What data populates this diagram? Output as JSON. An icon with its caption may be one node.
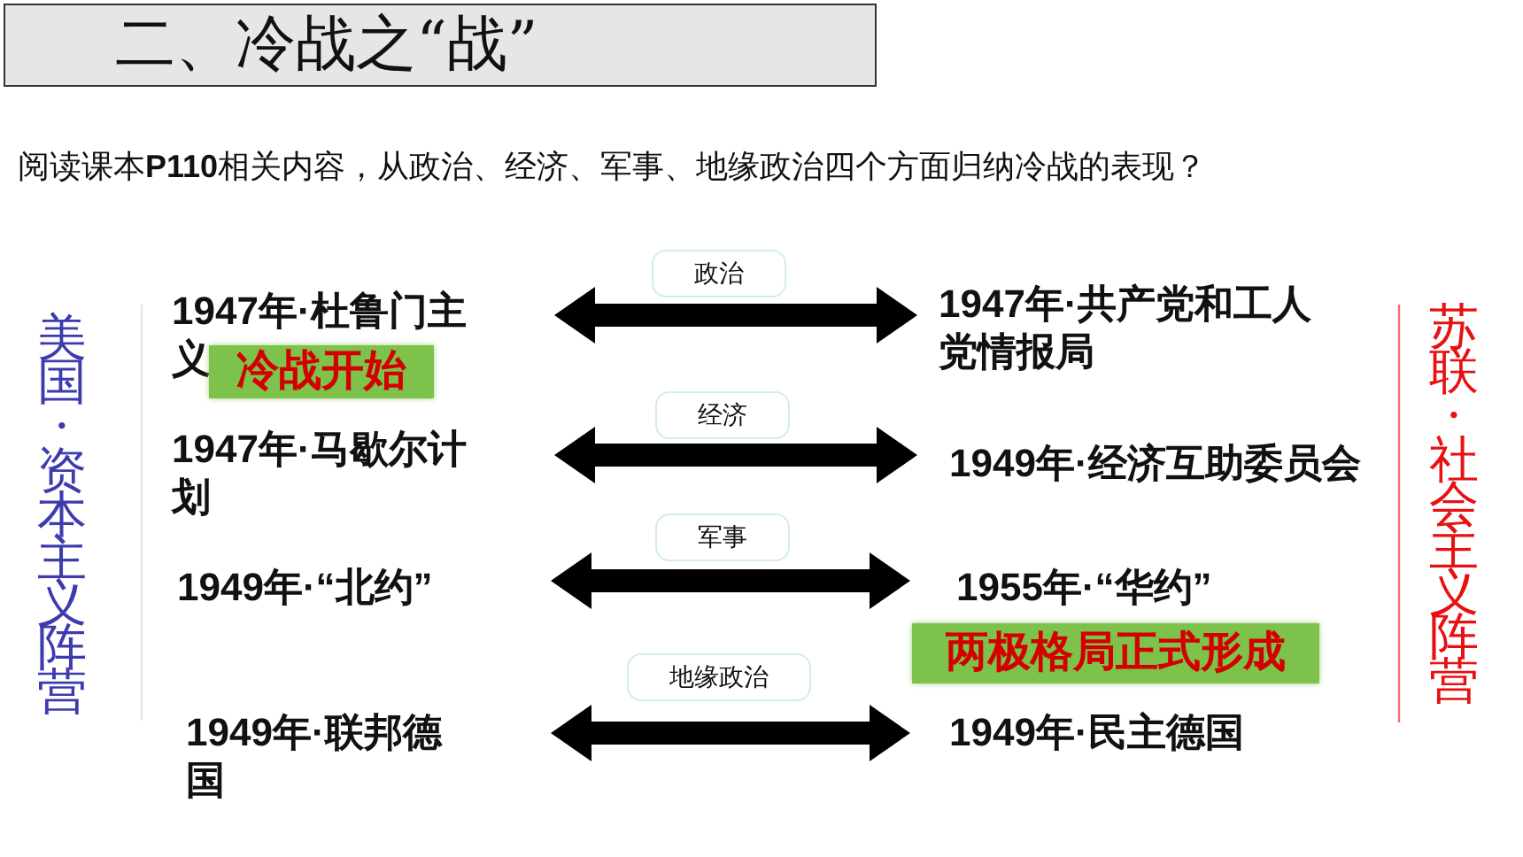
{
  "diagram": {
    "title": "二、冷战之“战”",
    "nodes": [
      {
        "text": [
          "1947年·杜鲁门主义"
        ]
      },
      {
        "text": [
          "冷战开始"
        ]
      },
      {
        "text": [
          "1947年·共产党和工人党情报局"
        ]
      },
      {
        "text": [
          "1947年·马歇尔计划"
        ]
      },
      {
        "text": [
          "1949年·经济互助委员会"
        ]
      },
      {
        "text": [
          "1949年·“北约”"
        ]
      },
      {
        "text": [
          "1955年·“华约”"
        ]
      },
      {
        "text": [
          "两极格局正式形成"
        ]
      },
      {
        "text": [
          "1949年·联邦德国"
        ]
      },
      {
        "text": [
          "1949年·民主德国"
        ]
      }
    ],
    "edges": [
      {
        "from": 0,
        "to": 2,
        "arrow": "both",
        "label": "政治"
      },
      {
        "from": 3,
        "to": 4,
        "arrow": "both",
        "label": "经济"
      },
      {
        "from": 5,
        "to": 6,
        "arrow": "both",
        "label": "军事"
      },
      {
        "from": 8,
        "to": 9,
        "arrow": "both",
        "label": "地缘政治"
      }
    ],
    "labels": [
      "阅读课本**P110**相关内容，从政治、经济、军事、地缘政治四个方面归纳冷战的表现？",
      "美国·资本主义阵营",
      "苏联·社会主义阵营"
    ]
  }
}
